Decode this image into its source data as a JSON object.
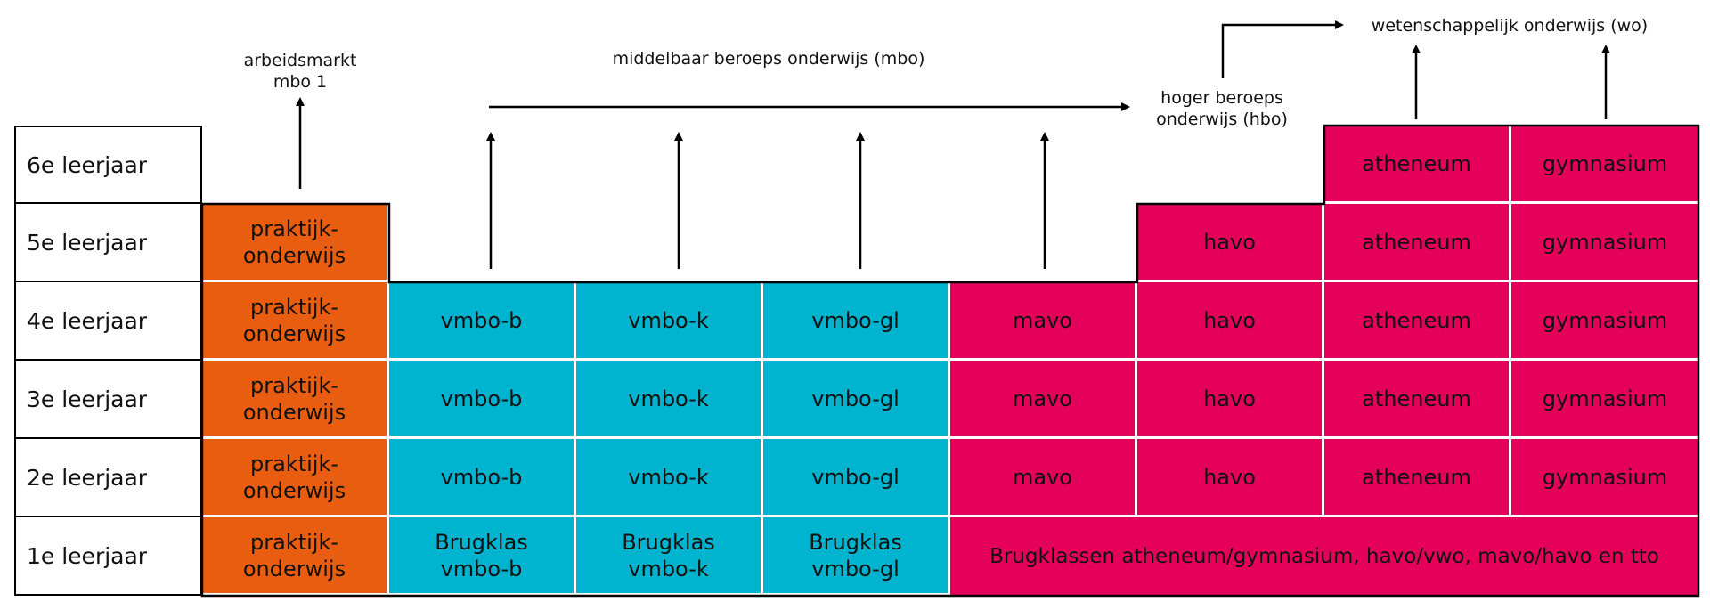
{
  "rows": [
    "6e leerjaar",
    "5e leerjaar",
    "4e leerjaar",
    "3e leerjaar",
    "2e leerjaar",
    "1e leerjaar"
  ],
  "annotations": {
    "arbeidsmarkt": "arbeidsmarkt",
    "mbo1": "mbo 1",
    "mbo": "middelbaar beroeps onderwijs (mbo)",
    "hbo_1": "hoger beroeps",
    "hbo_2": "onderwijs (hbo)",
    "wo": "wetenschappelijk onderwijs (wo)"
  },
  "cells": {
    "praktijk_1": "praktijk-",
    "praktijk_2": "onderwijs",
    "vmbo_b": "vmbo-b",
    "vmbo_k": "vmbo-k",
    "vmbo_gl": "vmbo-gl",
    "mavo": "mavo",
    "havo": "havo",
    "atheneum": "atheneum",
    "gymnasium": "gymnasium",
    "brugklas": "Brugklas",
    "brugklassen_all": "Brugklassen atheneum/gymnasium, havo/vwo, mavo/havo en tto"
  },
  "colors": {
    "praktijk": "#e85d0f",
    "vmbo": "#00b4cf",
    "havo_vwo": "#e5005a"
  }
}
